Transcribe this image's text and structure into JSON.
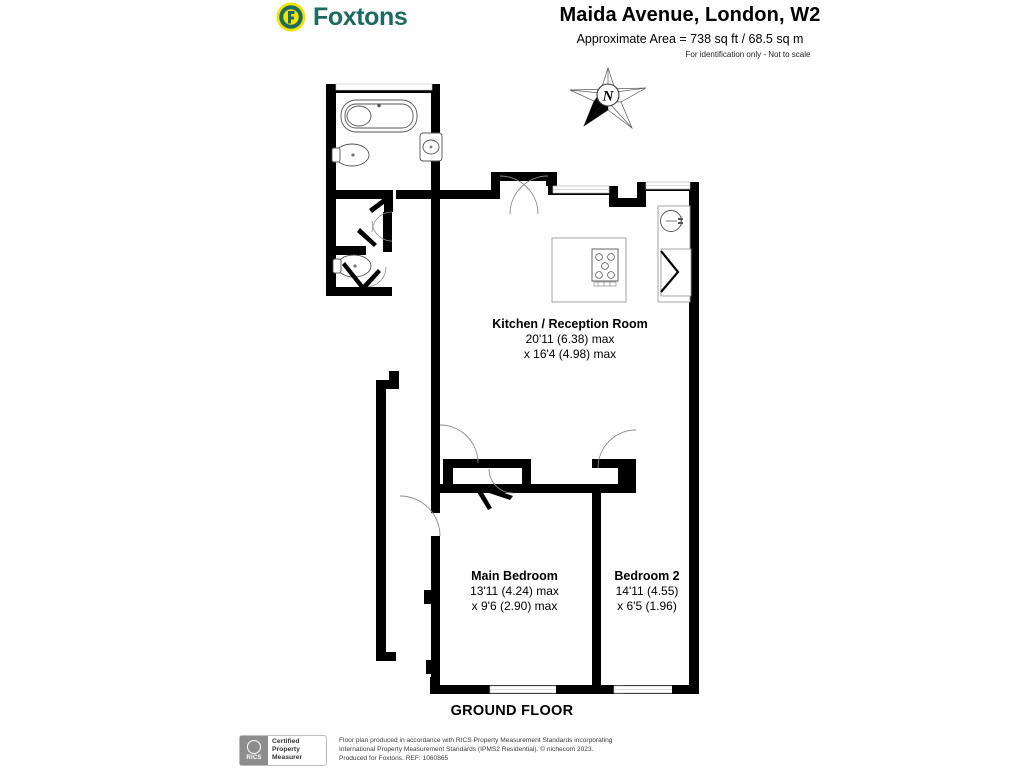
{
  "header": {
    "brand_name": "Foxtons",
    "brand_color": "#1b6b63",
    "brand_accent": "#f2e300",
    "logo_letter": "F",
    "title": "Maida Avenue, London, W2",
    "area": "Approximate Area = 738 sq ft / 68.5 sq m",
    "note": "For identification only - Not to scale"
  },
  "compass": {
    "label": "N"
  },
  "rooms": [
    {
      "name": "Kitchen / Reception Room",
      "dim1": "20'11 (6.38) max",
      "dim2": "x 16'4 (4.98) max"
    },
    {
      "name": "Main Bedroom",
      "dim1": "13'11 (4.24) max",
      "dim2": "x 9'6 (2.90) max"
    },
    {
      "name": "Bedroom 2",
      "dim1": "14'11 (4.55)",
      "dim2": "x 6'5 (1.96)"
    }
  ],
  "floor_caption": "GROUND FLOOR",
  "footer": {
    "badge": {
      "org": "RICS",
      "line1": "Certified",
      "line2": "Property",
      "line3": "Measurer"
    },
    "line1": "Floor plan produced in accordance with RICS Property Measurement Standards incorporating",
    "line2": "International Property Measurement Standards (IPMS2 Residential).   © nichecom 2023.",
    "line3": "Produced for Foxtons.   REF:  1060865"
  }
}
